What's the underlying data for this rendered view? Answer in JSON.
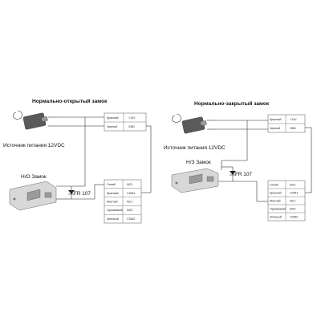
{
  "left": {
    "title": "Нормально-открытый замок",
    "power_label": "Источник питания 12VDC",
    "lock_label": "Н/О Замок",
    "diode_label": "FR 107",
    "power_table": [
      [
        "Красный",
        "+12V"
      ],
      [
        "Черный",
        "GND"
      ]
    ],
    "relay_table": [
      [
        "Синий",
        "NO1"
      ],
      [
        "Красный",
        "COM1"
      ],
      [
        "Желтый",
        "NC1"
      ],
      [
        "Оранжевый",
        "NO2"
      ],
      [
        "Зеленый",
        "COM2"
      ]
    ]
  },
  "right": {
    "title": "Нормально-закрытый замок",
    "power_label": "Источник питания 12VDC",
    "lock_label": "Н/З Замок",
    "diode_label": "FR 107",
    "power_table": [
      [
        "Красный",
        "+12V"
      ],
      [
        "Черный",
        "GND"
      ]
    ],
    "relay_table": [
      [
        "Синий",
        "NO1"
      ],
      [
        "Красный",
        "COM1"
      ],
      [
        "Желтый",
        "NC1"
      ],
      [
        "Оранжевый",
        "NO2"
      ],
      [
        "Зеленый",
        "COM2"
      ]
    ]
  },
  "icons": {
    "adapter": "power-adapter-icon",
    "lock": "electric-lock-icon",
    "diode": "diode-icon"
  }
}
